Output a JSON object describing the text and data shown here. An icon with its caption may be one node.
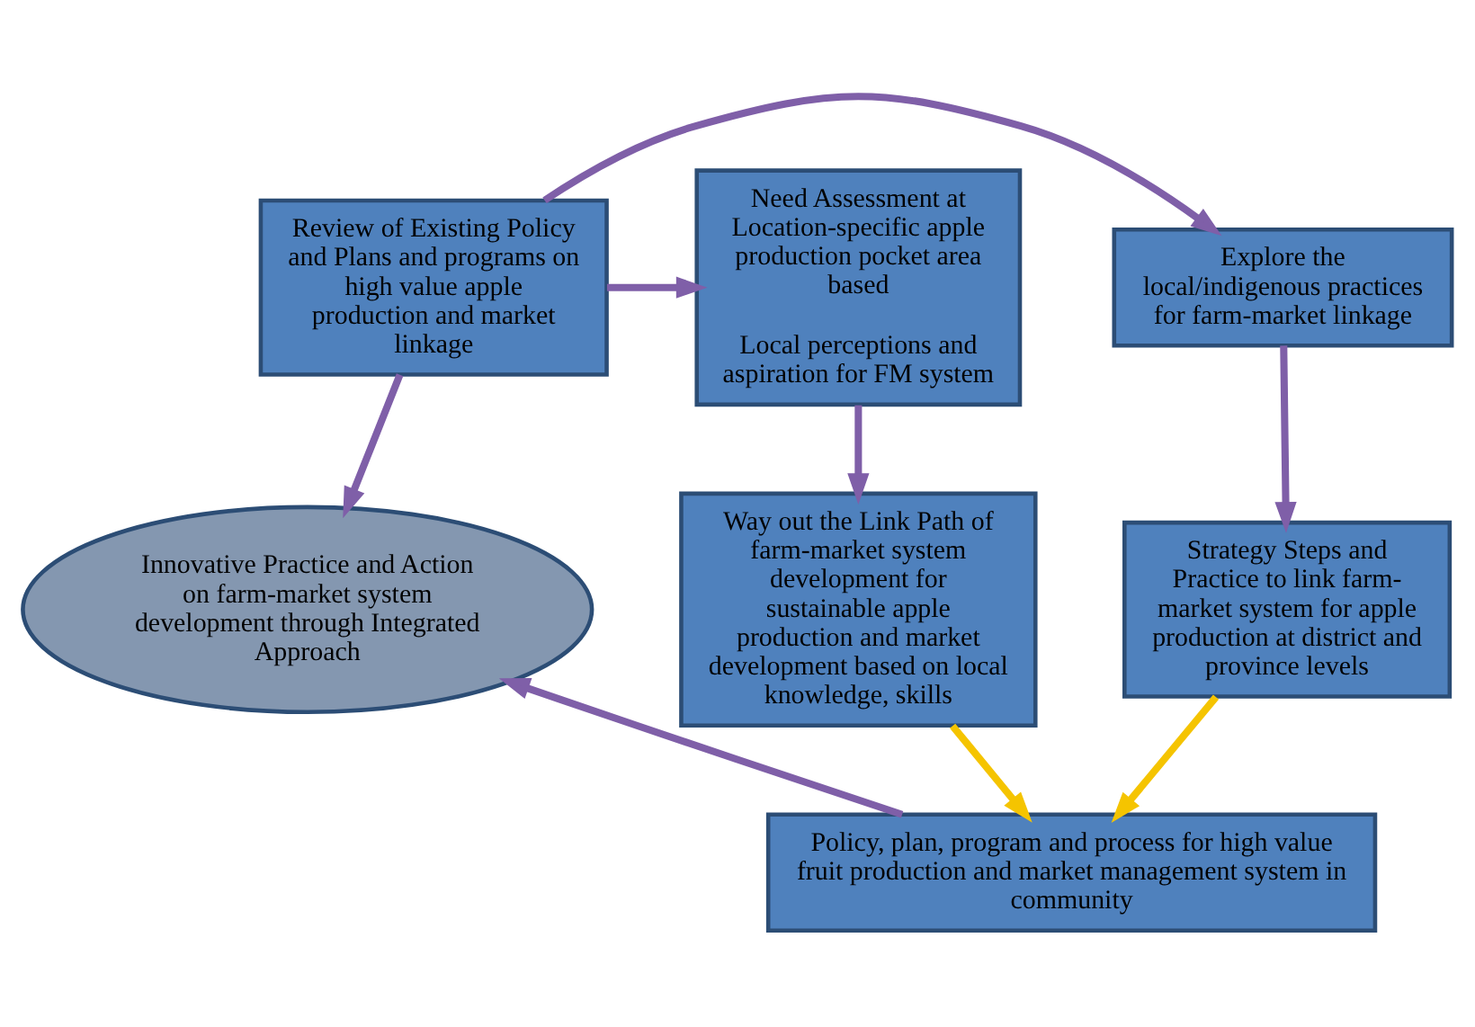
{
  "diagram": {
    "nodes": [
      {
        "text": [
          "Explore the local/indigenous practices for farm-market linkage"
        ]
      },
      {
        "text": [
          "Review of Existing Policy and Plans and programs on high value apple production and market linkage"
        ]
      },
      {
        "text": [
          "Need Assessment at Location-specific apple production pocket area based",
          "Local perceptions and aspiration for FM system"
        ]
      },
      {
        "text": [
          "Strategy Steps and Practice to link farm-market system for apple production at district and province levels"
        ]
      },
      {
        "text": [
          "Innovative Practice and Action on farm-market system development through Integrated Approach"
        ]
      },
      {
        "text": [
          "Way out the Link Path of farm-market system development for sustainable apple production and market development based on local knowledge, skills"
        ]
      },
      {
        "text": [
          "Policy, plan, program and process for high value fruit production and market management system in community"
        ]
      }
    ],
    "edges": [
      {
        "from": 1,
        "to": 0,
        "arrow": "to"
      },
      {
        "from": 1,
        "to": 2,
        "arrow": "to"
      },
      {
        "from": 0,
        "to": 3,
        "arrow": "to"
      },
      {
        "from": 1,
        "to": 4,
        "arrow": "to"
      },
      {
        "from": 2,
        "to": 5,
        "arrow": "to"
      },
      {
        "from": 3,
        "to": 6,
        "arrow": "to",
        "color": "#f5c400"
      },
      {
        "from": 5,
        "to": 6,
        "arrow": "to",
        "color": "#f5c400"
      },
      {
        "from": 6,
        "to": 4,
        "arrow": "to"
      }
    ]
  }
}
